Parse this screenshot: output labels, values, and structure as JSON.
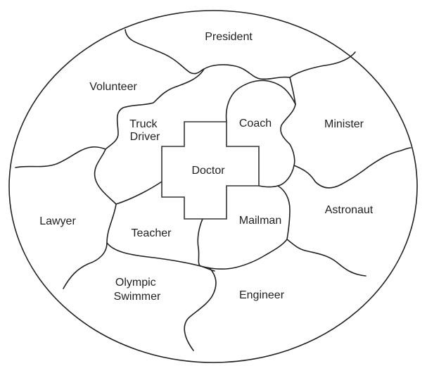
{
  "puzzle": {
    "pieces": [
      {
        "id": "president",
        "lines": [
          "President"
        ]
      },
      {
        "id": "volunteer",
        "lines": [
          "Volunteer"
        ]
      },
      {
        "id": "minister",
        "lines": [
          "Minister"
        ]
      },
      {
        "id": "truck-driver",
        "lines": [
          "Truck",
          "Driver"
        ]
      },
      {
        "id": "coach",
        "lines": [
          "Coach"
        ]
      },
      {
        "id": "doctor",
        "lines": [
          "Doctor"
        ]
      },
      {
        "id": "lawyer",
        "lines": [
          "Lawyer"
        ]
      },
      {
        "id": "teacher",
        "lines": [
          "Teacher"
        ]
      },
      {
        "id": "mailman",
        "lines": [
          "Mailman"
        ]
      },
      {
        "id": "astronaut",
        "lines": [
          "Astronaut"
        ]
      },
      {
        "id": "olympic-swimmer",
        "lines": [
          "Olympic",
          "Swimmer"
        ]
      },
      {
        "id": "engineer",
        "lines": [
          "Engineer"
        ]
      }
    ]
  }
}
